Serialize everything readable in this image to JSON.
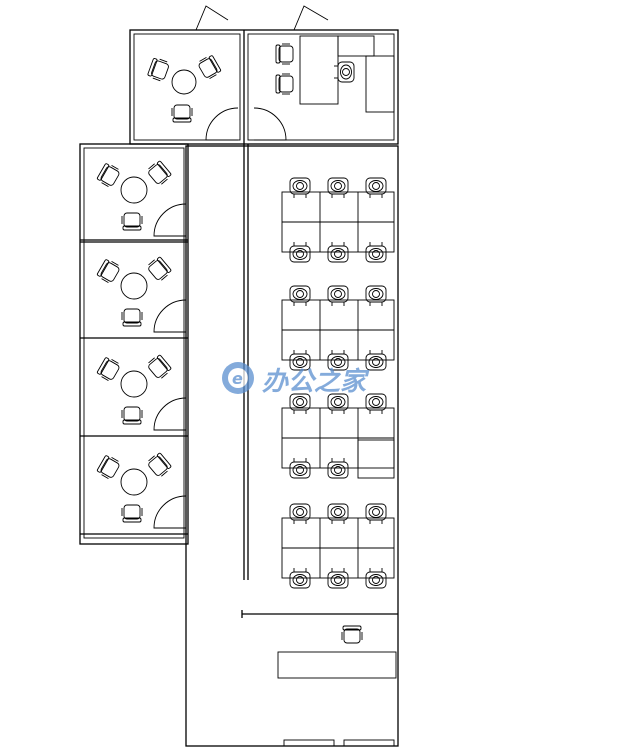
{
  "watermark": {
    "logo_text": "办公之家",
    "logo_color": "#5b8fd0",
    "logo_icon": "e-logo-icon"
  },
  "plan": {
    "line_color": "#000000",
    "background": "#ffffff",
    "meeting_rooms": 5,
    "workstation_rows": [
      3,
      3,
      3,
      3,
      3,
      2,
      3,
      3
    ]
  }
}
